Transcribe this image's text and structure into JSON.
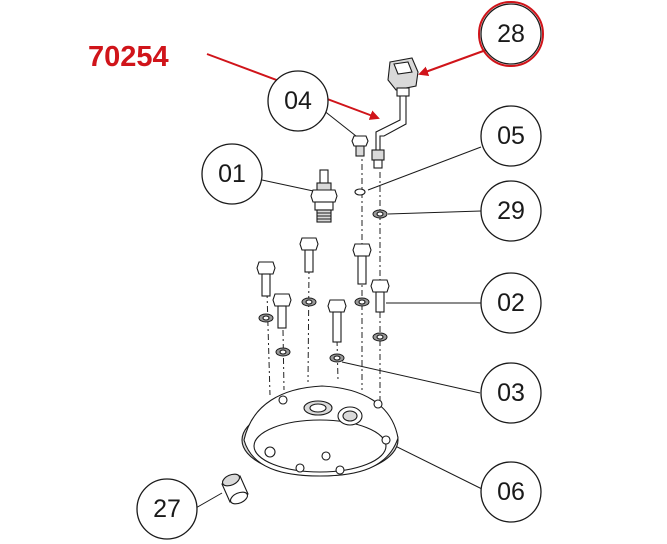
{
  "part_number": "70254",
  "callouts": {
    "c01": "01",
    "c02": "02",
    "c03": "03",
    "c04": "04",
    "c05": "05",
    "c06": "06",
    "c27": "27",
    "c28": "28",
    "c29": "29"
  },
  "colors": {
    "highlight": "#d0141a",
    "line": "#1a1a1a",
    "background": "#ffffff"
  }
}
